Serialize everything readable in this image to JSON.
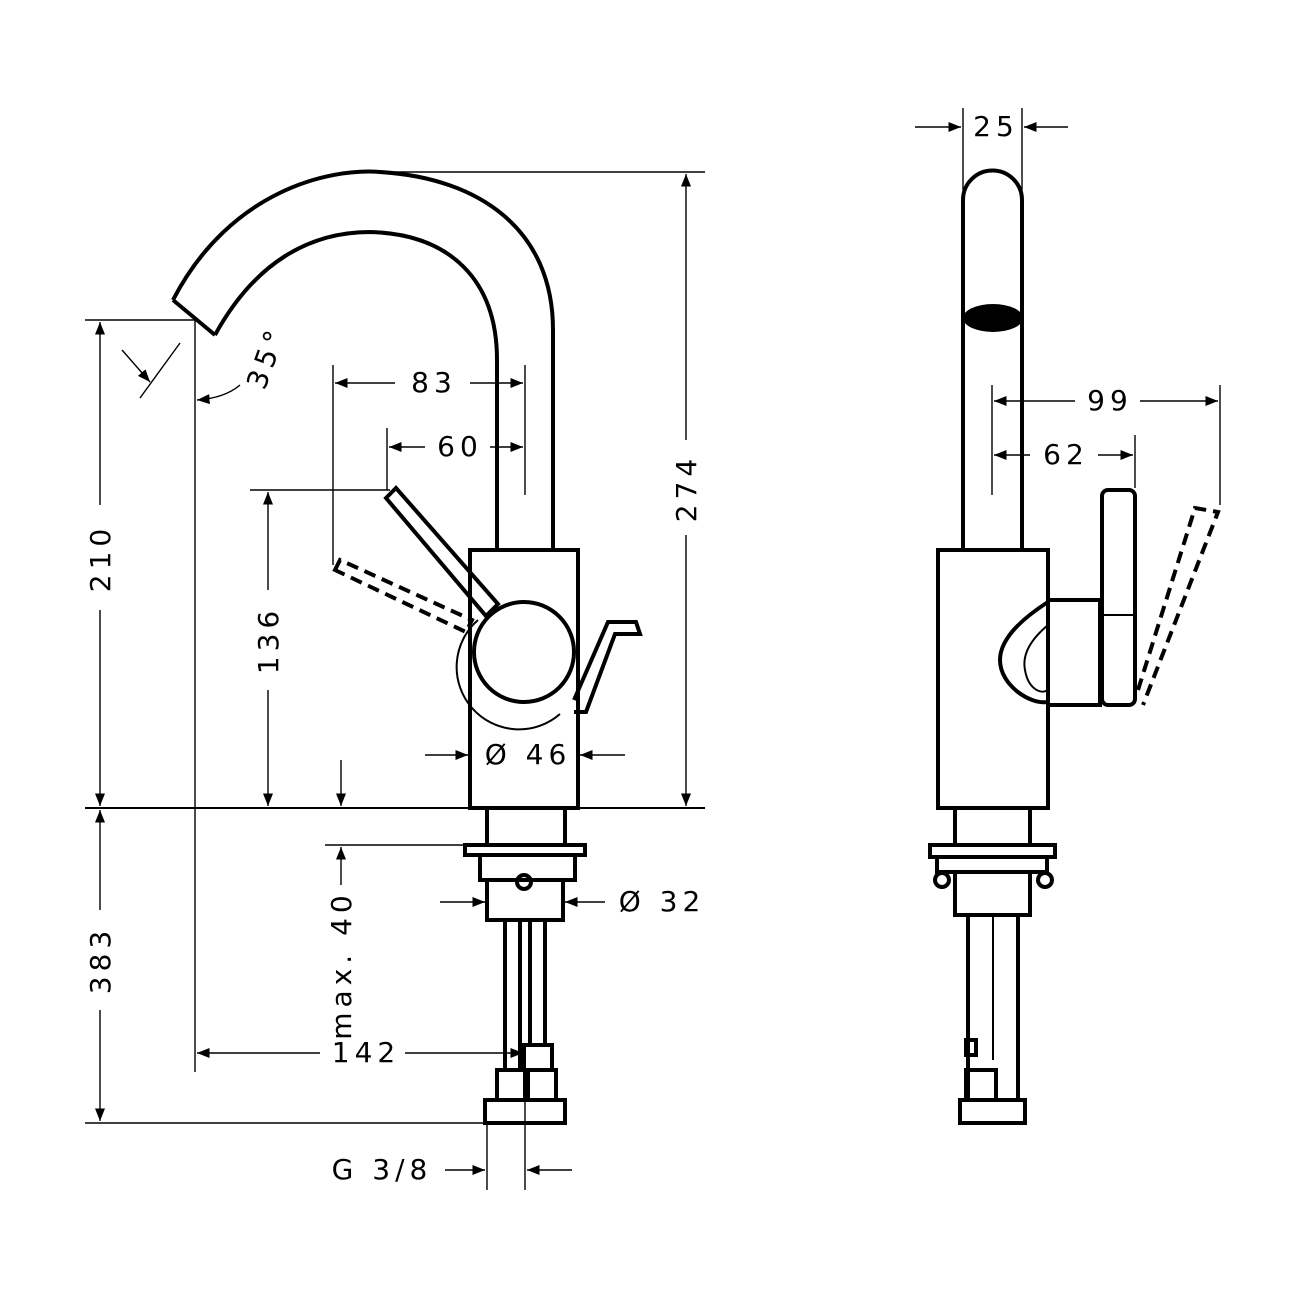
{
  "drawing": {
    "front_view": {
      "dimensions": {
        "height_total": "274",
        "spout_height": "210",
        "spout_angle": "35°",
        "lever_reach_max": "83",
        "lever_reach": "60",
        "lever_height": "136",
        "body_diameter": "Ø 46",
        "below_deck": "383",
        "deck_thickness": "max. 40",
        "shank_diameter": "Ø 32",
        "spout_projection": "142",
        "connection_thread": "G 3/8"
      }
    },
    "side_view": {
      "dimensions": {
        "spout_width": "25",
        "lever_projection_max": "99",
        "lever_projection": "62"
      }
    }
  }
}
